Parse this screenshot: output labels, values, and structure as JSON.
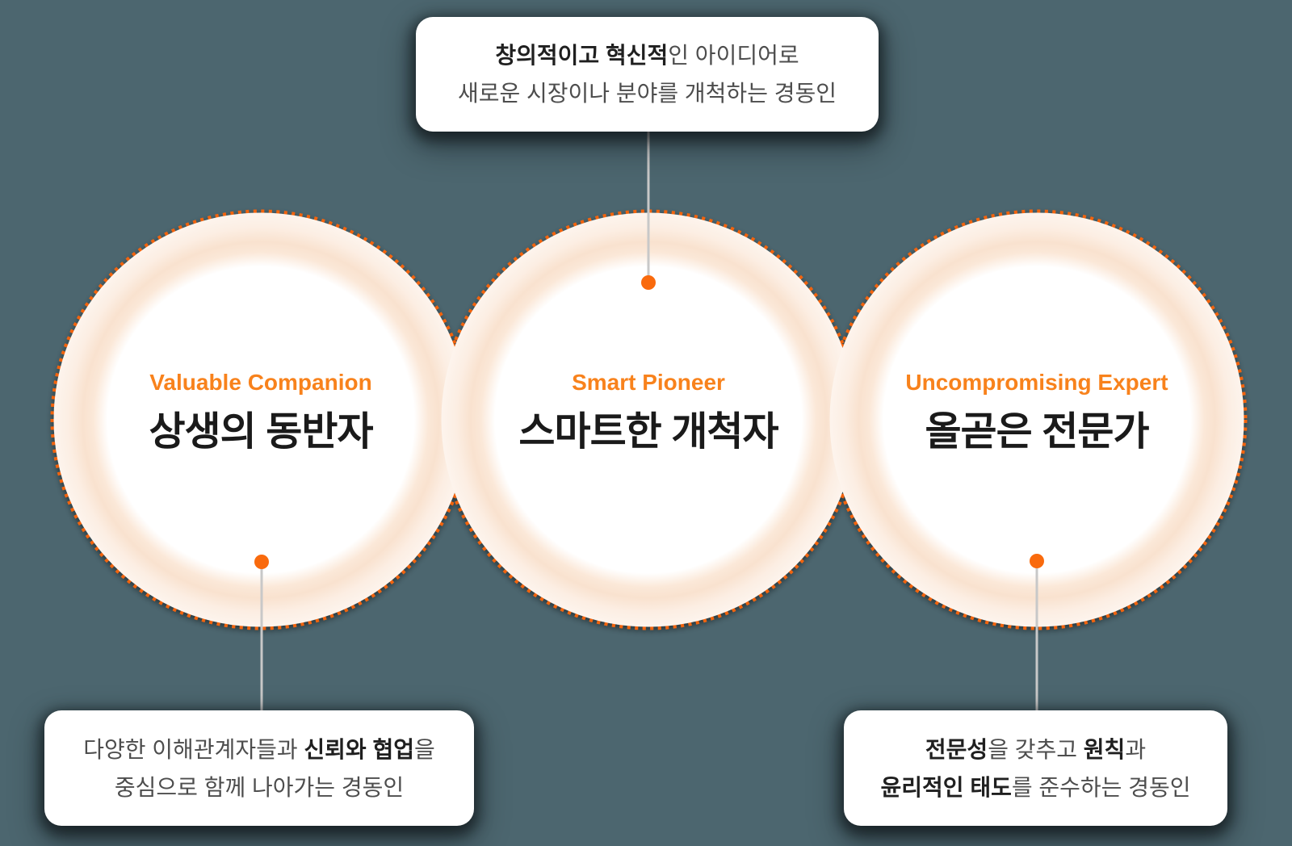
{
  "colors": {
    "background": "#4C666F",
    "dotted_border_orange": "#F2640D",
    "connector_dot_orange": "#F96A0D",
    "heading_en_orange": "#F8821C",
    "heading_ko_dark": "#1A1A1A",
    "callout_text_gray": "#4D4D4D",
    "callout_text_bold_dark": "#1F1F1F",
    "connector_line_gray": "#C8C8C8",
    "blob_cream": "#FBE7D6",
    "inner_circle_white": "#FFFFFF"
  },
  "circles": [
    {
      "id": "left",
      "en": "Valuable Companion",
      "ko": "상생의 동반자"
    },
    {
      "id": "center",
      "en": "Smart Pioneer",
      "ko": "스마트한 개척자"
    },
    {
      "id": "right",
      "en": "Uncompromising Expert",
      "ko": "올곧은 전문가"
    }
  ],
  "callouts": {
    "top": {
      "lines": [
        [
          {
            "text": "창의적이고 혁신적",
            "bold": true
          },
          {
            "text": "인 아이디어로",
            "bold": false
          }
        ],
        [
          {
            "text": "새로운 시장이나 분야를 개척하는 경동인",
            "bold": false
          }
        ]
      ]
    },
    "bottom_left": {
      "lines": [
        [
          {
            "text": "다양한 이해관계자들과 ",
            "bold": false
          },
          {
            "text": "신뢰와 협업",
            "bold": true
          },
          {
            "text": "을",
            "bold": false
          }
        ],
        [
          {
            "text": "중심으로 함께 나아가는 경동인",
            "bold": false
          }
        ]
      ]
    },
    "bottom_right": {
      "lines": [
        [
          {
            "text": "전문성",
            "bold": true
          },
          {
            "text": "을 갖추고 ",
            "bold": false
          },
          {
            "text": "원칙",
            "bold": true
          },
          {
            "text": "과",
            "bold": false
          }
        ],
        [
          {
            "text": "윤리적인 태도",
            "bold": true
          },
          {
            "text": "를 준수하는 경동인",
            "bold": false
          }
        ]
      ]
    }
  }
}
